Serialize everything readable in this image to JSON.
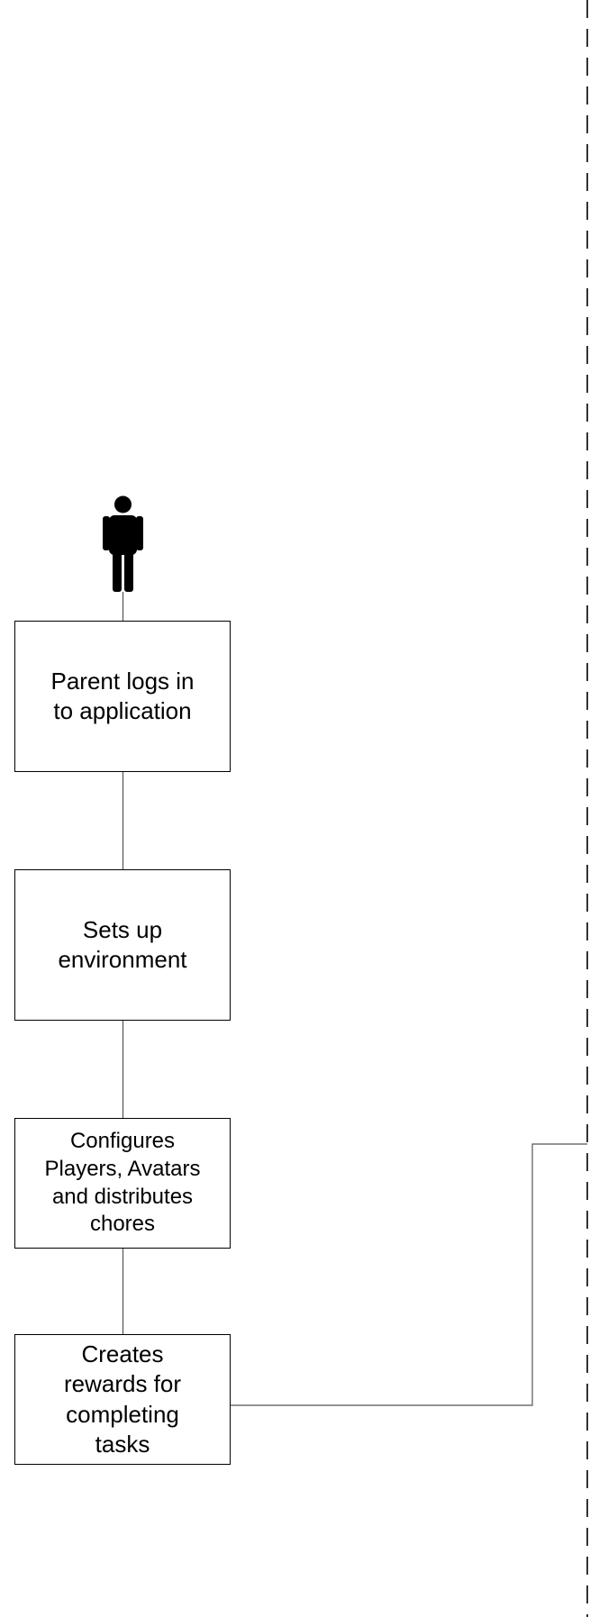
{
  "diagram": {
    "actor": {
      "icon": "person-icon"
    },
    "steps": [
      {
        "id": "login",
        "label": "Parent logs in\nto application"
      },
      {
        "id": "setup",
        "label": "Sets up\nenvironment"
      },
      {
        "id": "config",
        "label": "Configures\nPlayers, Avatars\nand  distributes\nchores"
      },
      {
        "id": "rewards",
        "label": "Creates\nrewards for\ncompleting\ntasks"
      }
    ],
    "colors": {
      "stroke": "#000000",
      "fill": "#ffffff",
      "connector": "#555555"
    }
  }
}
